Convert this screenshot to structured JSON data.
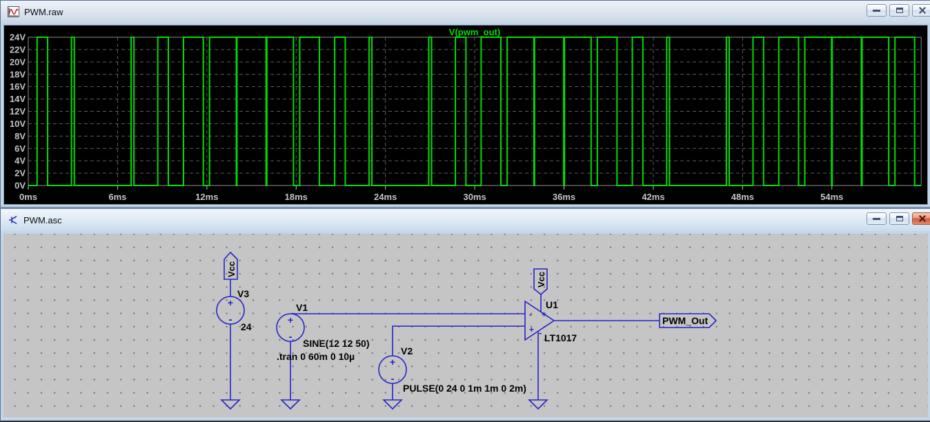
{
  "windows": {
    "raw": {
      "title": "PWM.raw",
      "caption_buttons": {
        "minimize": "minimize",
        "restore": "restore",
        "close": "close"
      }
    },
    "asc": {
      "title": "PWM.asc",
      "caption_buttons": {
        "minimize": "minimize",
        "restore": "restore",
        "close": "close"
      },
      "components": {
        "v3": {
          "name": "V3",
          "value": "24",
          "flag": "Vcc"
        },
        "v1": {
          "name": "V1",
          "value": "SINE(12 12 50)"
        },
        "v2": {
          "name": "V2",
          "value": "PULSE(0 24 0 1m 1m 0 2m)"
        },
        "u1": {
          "name": "U1",
          "value": "LT1017",
          "flag": "Vcc"
        },
        "net_label": "PWM_Out",
        "directive": ".tran 0 60m 0 10µ"
      },
      "symbols": {
        "plus": "+",
        "minus": "-"
      }
    }
  },
  "chart_data": {
    "type": "line",
    "title": "V(pwm_out)",
    "x_unit": "ms",
    "y_unit": "V",
    "x_range": [
      0,
      60
    ],
    "y_range": [
      0,
      24
    ],
    "x_tick_labels": [
      "0ms",
      "6ms",
      "12ms",
      "18ms",
      "24ms",
      "30ms",
      "36ms",
      "42ms",
      "48ms",
      "54ms"
    ],
    "y_tick_labels": [
      "24V",
      "22V",
      "20V",
      "18V",
      "16V",
      "14V",
      "12V",
      "10V",
      "8V",
      "6V",
      "4V",
      "2V",
      "0V"
    ],
    "grid": true,
    "legend_position": "inside-top-center",
    "colors": {
      "background": "#000000",
      "grid": "#5e5e5e",
      "frame": "#909090",
      "axis_text": "#c4c4c4",
      "trace": "#00df00"
    },
    "series": [
      {
        "name": "V(pwm_out)",
        "waveform": "pwm-square",
        "low_v": 0,
        "high_v": 24,
        "period_ms": 20,
        "repeats": 3,
        "high_intervals_ms": [
          [
            0.59,
            1.3
          ],
          [
            2.9,
            3.09
          ],
          [
            6.91,
            7.1
          ],
          [
            8.7,
            9.41
          ],
          [
            10.43,
            11.76
          ],
          [
            12.18,
            13.98
          ],
          [
            14.02,
            15.98
          ],
          [
            16.03,
            17.82
          ],
          [
            18.24,
            19.56
          ]
        ]
      }
    ]
  }
}
